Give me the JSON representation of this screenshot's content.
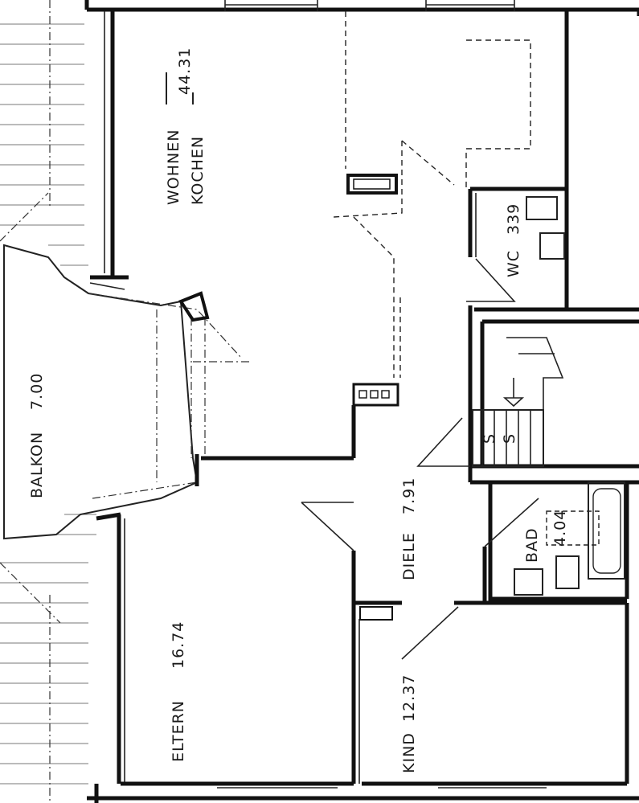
{
  "rooms": {
    "wohnen": {
      "name_1": "WOHNEN",
      "name_2": "KOCHEN",
      "area": "44.31"
    },
    "wc": {
      "name": "WC",
      "area": "339"
    },
    "balkon": {
      "name": "BALKON",
      "area": "7.00"
    },
    "diele": {
      "name": "DIELE",
      "area": "7.91"
    },
    "bad": {
      "name": "BAD",
      "area": "4.04"
    },
    "eltern": {
      "name": "ELTERN",
      "area": "16.74"
    },
    "kind": {
      "name": "KIND",
      "area": "12.37"
    }
  },
  "colors": {
    "ink": "#111111",
    "paper": "#ffffff",
    "roof_lines": "#777777"
  }
}
